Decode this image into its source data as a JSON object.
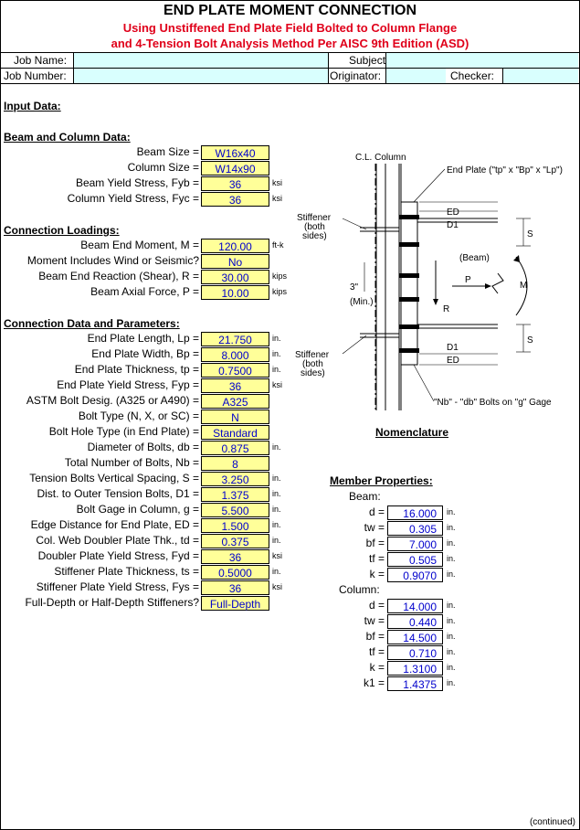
{
  "title": "END PLATE MOMENT CONNECTION",
  "subtitle1": "Using Unstiffened End Plate Field Bolted to Column Flange",
  "subtitle2": "and 4-Tension Bolt Analysis Method Per AISC 9th Edition (ASD)",
  "header": {
    "job_name": "Job Name:",
    "job_number": "Job Number:",
    "subject": "Subject:",
    "originator": "Originator:",
    "checker": "Checker:"
  },
  "input_data": "Input Data:",
  "beam_column": {
    "heading": "Beam and Column Data:",
    "rows": [
      {
        "label": "Beam Size =",
        "value": "W16x40",
        "unit": ""
      },
      {
        "label": "Column Size =",
        "value": "W14x90",
        "unit": ""
      },
      {
        "label": "Beam Yield Stress, Fyb =",
        "value": "36",
        "unit": "ksi"
      },
      {
        "label": "Column Yield Stress, Fyc =",
        "value": "36",
        "unit": "ksi"
      }
    ]
  },
  "loadings": {
    "heading": "Connection Loadings:",
    "rows": [
      {
        "label": "Beam End Moment, M =",
        "value": "120.00",
        "unit": "ft-k"
      },
      {
        "label": "Moment Includes Wind or Seismic?",
        "value": "No",
        "unit": ""
      },
      {
        "label": "Beam End Reaction (Shear), R =",
        "value": "30.00",
        "unit": "kips"
      },
      {
        "label": "Beam Axial Force, P =",
        "value": "10.00",
        "unit": "kips"
      }
    ]
  },
  "connection": {
    "heading": "Connection Data and Parameters:",
    "rows": [
      {
        "label": "End Plate Length, Lp =",
        "value": "21.750",
        "unit": "in."
      },
      {
        "label": "End Plate Width, Bp =",
        "value": "8.000",
        "unit": "in."
      },
      {
        "label": "End Plate Thickness, tp =",
        "value": "0.7500",
        "unit": "in."
      },
      {
        "label": "End Plate Yield Stress, Fyp =",
        "value": "36",
        "unit": "ksi"
      },
      {
        "label": "ASTM Bolt Desig. (A325 or A490) =",
        "value": "A325",
        "unit": ""
      },
      {
        "label": "Bolt Type (N, X, or SC) =",
        "value": "N",
        "unit": ""
      },
      {
        "label": "Bolt Hole Type (in End Plate) =",
        "value": "Standard",
        "unit": ""
      },
      {
        "label": "Diameter of Bolts, db =",
        "value": "0.875",
        "unit": "in."
      },
      {
        "label": "Total Number of Bolts, Nb =",
        "value": "8",
        "unit": ""
      },
      {
        "label": "Tension Bolts Vertical Spacing, S =",
        "value": "3.250",
        "unit": "in."
      },
      {
        "label": "Dist. to Outer Tension Bolts, D1 =",
        "value": "1.375",
        "unit": "in."
      },
      {
        "label": "Bolt Gage in Column, g =",
        "value": "5.500",
        "unit": "in."
      },
      {
        "label": "Edge Distance for End Plate, ED =",
        "value": "1.500",
        "unit": "in."
      },
      {
        "label": "Col. Web Doubler Plate Thk., td =",
        "value": "0.375",
        "unit": "in."
      },
      {
        "label": "Doubler Plate Yield Stress, Fyd =",
        "value": "36",
        "unit": "ksi"
      },
      {
        "label": "Stiffener Plate Thickness, ts =",
        "value": "0.5000",
        "unit": "in."
      },
      {
        "label": "Stiffener Plate Yield Stress, Fys =",
        "value": "36",
        "unit": "ksi"
      },
      {
        "label": "Full-Depth or Half-Depth Stiffeners?",
        "value": "Full-Depth",
        "unit": ""
      }
    ]
  },
  "diagram": {
    "cl_column": "C.L. Column",
    "end_plate": "End Plate (\"tp\" x \"Bp\" x \"Lp\")",
    "stiffener_top": "Stiffener",
    "both_top": "(both",
    "sides_top": "sides)",
    "stiffener_bot": "Stiffener",
    "both_bot": "(both",
    "sides_bot": "sides)",
    "ed_top": "ED",
    "d1_top": "D1",
    "s_top": "S",
    "beam": "(Beam)",
    "p": "P",
    "m": "M",
    "r": "R",
    "three_in": "3\"",
    "min": "(Min.)",
    "d1_bot": "D1",
    "ed_bot": "ED",
    "s_bot": "S",
    "bolts": "\"Nb\" - \"db\" Bolts on \"g\" Gage",
    "caption": "Nomenclature"
  },
  "member_properties": {
    "heading": "Member Properties:",
    "beam_label": "Beam:",
    "beam": [
      {
        "label": "d =",
        "value": "16.000",
        "unit": "in."
      },
      {
        "label": "tw =",
        "value": "0.305",
        "unit": "in."
      },
      {
        "label": "bf =",
        "value": "7.000",
        "unit": "in."
      },
      {
        "label": "tf =",
        "value": "0.505",
        "unit": "in."
      },
      {
        "label": "k =",
        "value": "0.9070",
        "unit": "in."
      }
    ],
    "column_label": "Column:",
    "column": [
      {
        "label": "d =",
        "value": "14.000",
        "unit": "in."
      },
      {
        "label": "tw =",
        "value": "0.440",
        "unit": "in."
      },
      {
        "label": "bf =",
        "value": "14.500",
        "unit": "in."
      },
      {
        "label": "tf =",
        "value": "0.710",
        "unit": "in."
      },
      {
        "label": "k =",
        "value": "1.3100",
        "unit": "in."
      },
      {
        "label": "k1 =",
        "value": "1.4375",
        "unit": "in."
      }
    ]
  },
  "footer": "(continued)",
  "colors": {
    "title_red": "#e0001a",
    "input_fill": "#ffff99",
    "header_fill": "#d9fffe",
    "value_blue": "#0000cc"
  }
}
